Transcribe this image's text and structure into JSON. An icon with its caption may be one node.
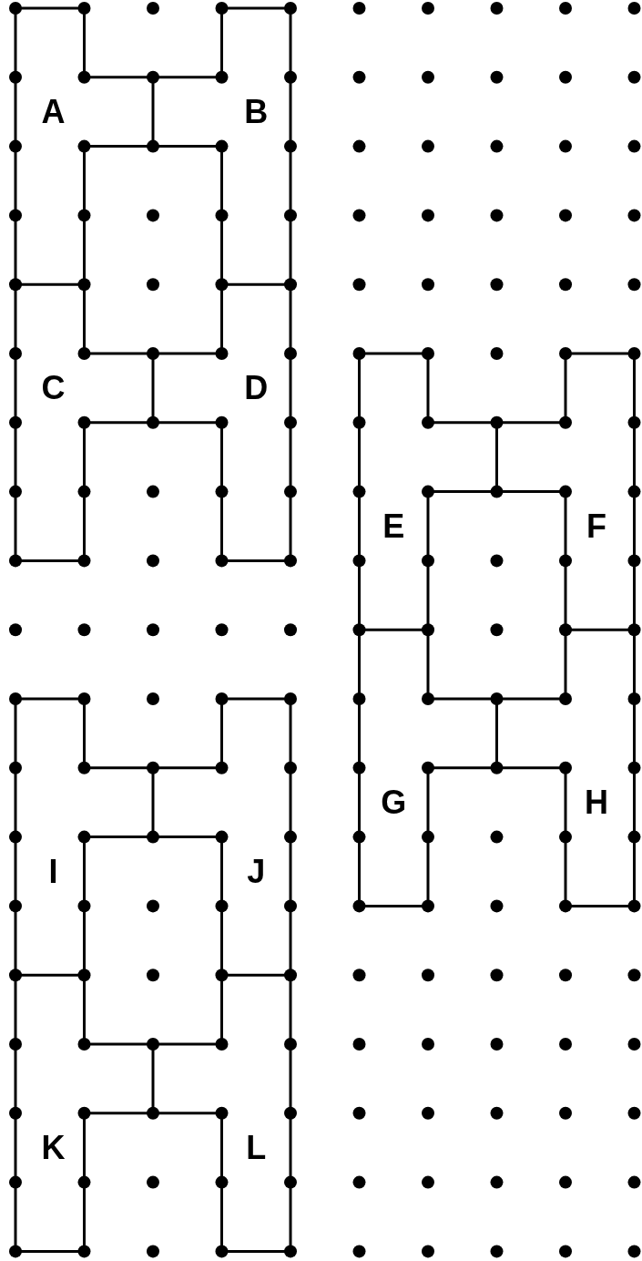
{
  "diagram": {
    "labels": [
      "A",
      "B",
      "C",
      "D",
      "E",
      "F",
      "G",
      "H",
      "I",
      "J",
      "K",
      "L"
    ]
  }
}
